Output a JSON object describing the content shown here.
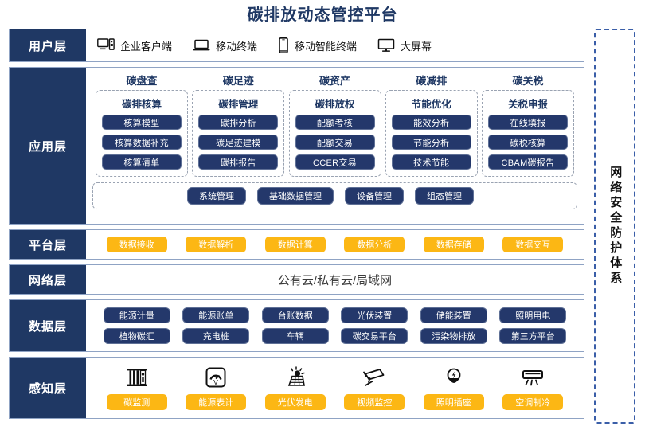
{
  "title": "碳排放动态管控平台",
  "security_bar": {
    "label": "网络安全防护体系"
  },
  "layers": {
    "user": {
      "label": "用户层",
      "items": [
        {
          "icon": "desktop-tower-icon",
          "label": "企业客户端"
        },
        {
          "icon": "laptop-icon",
          "label": "移动终端"
        },
        {
          "icon": "smartphone-icon",
          "label": "移动智能终端"
        },
        {
          "icon": "monitor-icon",
          "label": "大屏幕"
        }
      ]
    },
    "application": {
      "label": "应用层",
      "columns": [
        {
          "title": "碳盘查",
          "box_title": "碳排核算",
          "items": [
            "核算模型",
            "核算数据补充",
            "核算清单"
          ]
        },
        {
          "title": "碳足迹",
          "box_title": "碳排管理",
          "items": [
            "碳排分析",
            "碳足迹建模",
            "碳排报告"
          ]
        },
        {
          "title": "碳资产",
          "box_title": "碳排放权",
          "items": [
            "配额考核",
            "配额交易",
            "CCER交易"
          ]
        },
        {
          "title": "碳减排",
          "box_title": "节能优化",
          "items": [
            "能效分析",
            "节能分析",
            "技术节能"
          ]
        },
        {
          "title": "碳关税",
          "box_title": "关税申报",
          "items": [
            "在线填报",
            "碳税核算",
            "CBAM碳报告"
          ]
        }
      ],
      "strip_items": [
        "系统管理",
        "基础数据管理",
        "设备管理",
        "组态管理"
      ]
    },
    "platform": {
      "label": "平台层",
      "items": [
        "数据接收",
        "数据解析",
        "数据计算",
        "数据分析",
        "数据存储",
        "数据交互"
      ]
    },
    "network": {
      "label": "网络层",
      "text": "公有云/私有云/局域网"
    },
    "data": {
      "label": "数据层",
      "row1": [
        "能源计量",
        "能源账单",
        "台账数据",
        "光伏装置",
        "储能装置",
        "照明用电"
      ],
      "row2": [
        "植物碳汇",
        "充电桩",
        "车辆",
        "碳交易平台",
        "污染物排放",
        "第三方平台"
      ]
    },
    "sensing": {
      "label": "感知层",
      "items": [
        {
          "icon": "carbon-sensor-icon",
          "label": "碳监测"
        },
        {
          "icon": "energy-meter-icon",
          "label": "能源表计"
        },
        {
          "icon": "solar-panel-icon",
          "label": "光伏发电"
        },
        {
          "icon": "cctv-camera-icon",
          "label": "视频监控"
        },
        {
          "icon": "lightbulb-icon",
          "label": "照明插座"
        },
        {
          "icon": "air-conditioner-icon",
          "label": "空调制冷"
        }
      ]
    }
  },
  "colors": {
    "navy": "#1f3864",
    "pill_navy": "#24386b",
    "yellow": "#fcb714",
    "border_blue": "#8fa3c4",
    "dash_gray": "#9aa3b2"
  }
}
